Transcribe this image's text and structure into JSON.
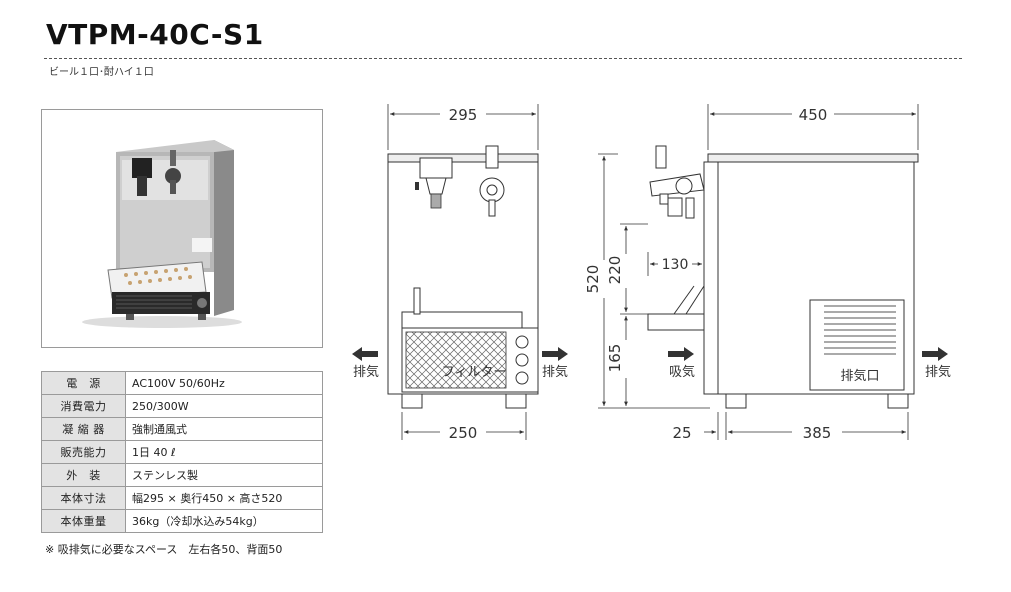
{
  "header": {
    "model": "VTPM-40C-S1",
    "subtitle": "ビール１口･酎ハイ１口"
  },
  "specs": [
    {
      "label": "電　源",
      "value": "AC100V 50/60Hz"
    },
    {
      "label": "消費電力",
      "value": "250/300W"
    },
    {
      "label": "凝 縮 器",
      "value": "強制通風式"
    },
    {
      "label": "販売能力",
      "value": "1日 40 ℓ"
    },
    {
      "label": "外　装",
      "value": "ステンレス製"
    },
    {
      "label": "本体寸法",
      "value": "幅295 × 奥行450 × 高さ520"
    },
    {
      "label": "本体重量",
      "value": "36kg（冷却水込み54kg）"
    }
  ],
  "note": "※ 吸排気に必要なスペース　左右各50、背面50",
  "drawing": {
    "front_width": "295",
    "base_width": "250",
    "height": "520",
    "upper": "220",
    "lower": "165",
    "side_depth": "450",
    "side_base": "385",
    "offset": "25",
    "tray": "130",
    "exhaust": "排気",
    "intake": "吸気",
    "filter": "フィルター",
    "vent": "排気口"
  }
}
